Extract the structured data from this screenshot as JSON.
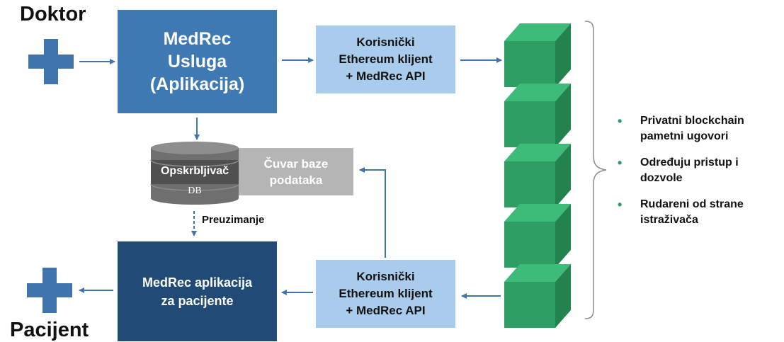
{
  "labels": {
    "doctor": "Doktor",
    "patient": "Pacijent",
    "download": "Preuzimanje"
  },
  "boxes": {
    "medrec_service": [
      "MedRec",
      "Usluga",
      "(Aplikacija)"
    ],
    "medrec_patient_app": [
      "MedRec aplikacija",
      "za pacijente"
    ],
    "client_top": [
      "Korisnički",
      "Ethereum klijent",
      "+ MedRec API"
    ],
    "client_bottom": [
      "Korisnički",
      "Ethereum klijent",
      "+ MedRec API"
    ],
    "db_keeper": [
      "Čuvar baze",
      "podataka"
    ]
  },
  "database": {
    "provider_label": "Opskrbljivač",
    "db_label": "DB"
  },
  "blockchain_notes": [
    [
      "Privatni blockchain",
      "pametni ugovori"
    ],
    [
      "Određuju pristup i",
      "dozvole"
    ],
    [
      "Rudareni od strane",
      "istraživača"
    ]
  ],
  "colors": {
    "plus_blue": "#3f74ad",
    "service_blue": "#3f79b4",
    "patient_navy": "#214a76",
    "client_light_blue": "#a9cbec",
    "keeper_gray": "#b5b5b5",
    "block_green": "#2e9e62",
    "bullet_green": "#2f9b67"
  }
}
